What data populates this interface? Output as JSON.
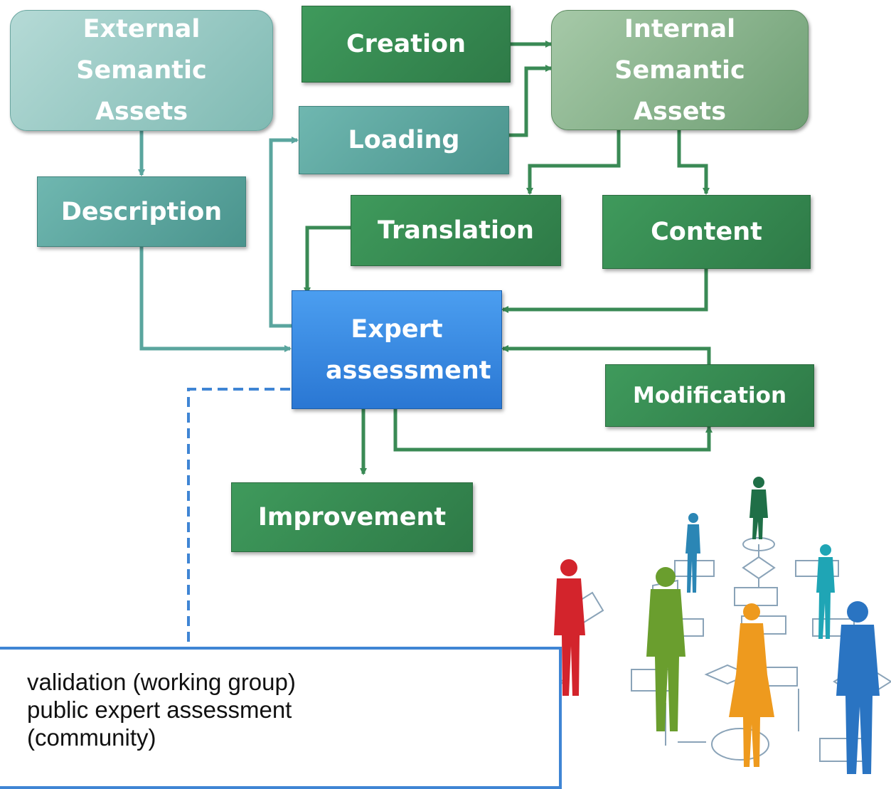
{
  "nodes": {
    "external_semantic_assets": "External Semantic Assets",
    "creation": "Creation",
    "internal_semantic_assets": "Internal Semantic Assets",
    "loading": "Loading",
    "description": "Description",
    "translation": "Translation",
    "content": "Content",
    "expert_assessment": "Expert assessment",
    "modification": "Modification",
    "improvement": "Improvement"
  },
  "note": {
    "line1": "validation (working group)",
    "line2": "public expert assessment",
    "line3": "(community)"
  },
  "colors": {
    "connector": "#3a8a55",
    "teal_connector": "#5aa59e",
    "dashed": "#3f85d4"
  },
  "illustration": "business-people-flowchart-illustration"
}
